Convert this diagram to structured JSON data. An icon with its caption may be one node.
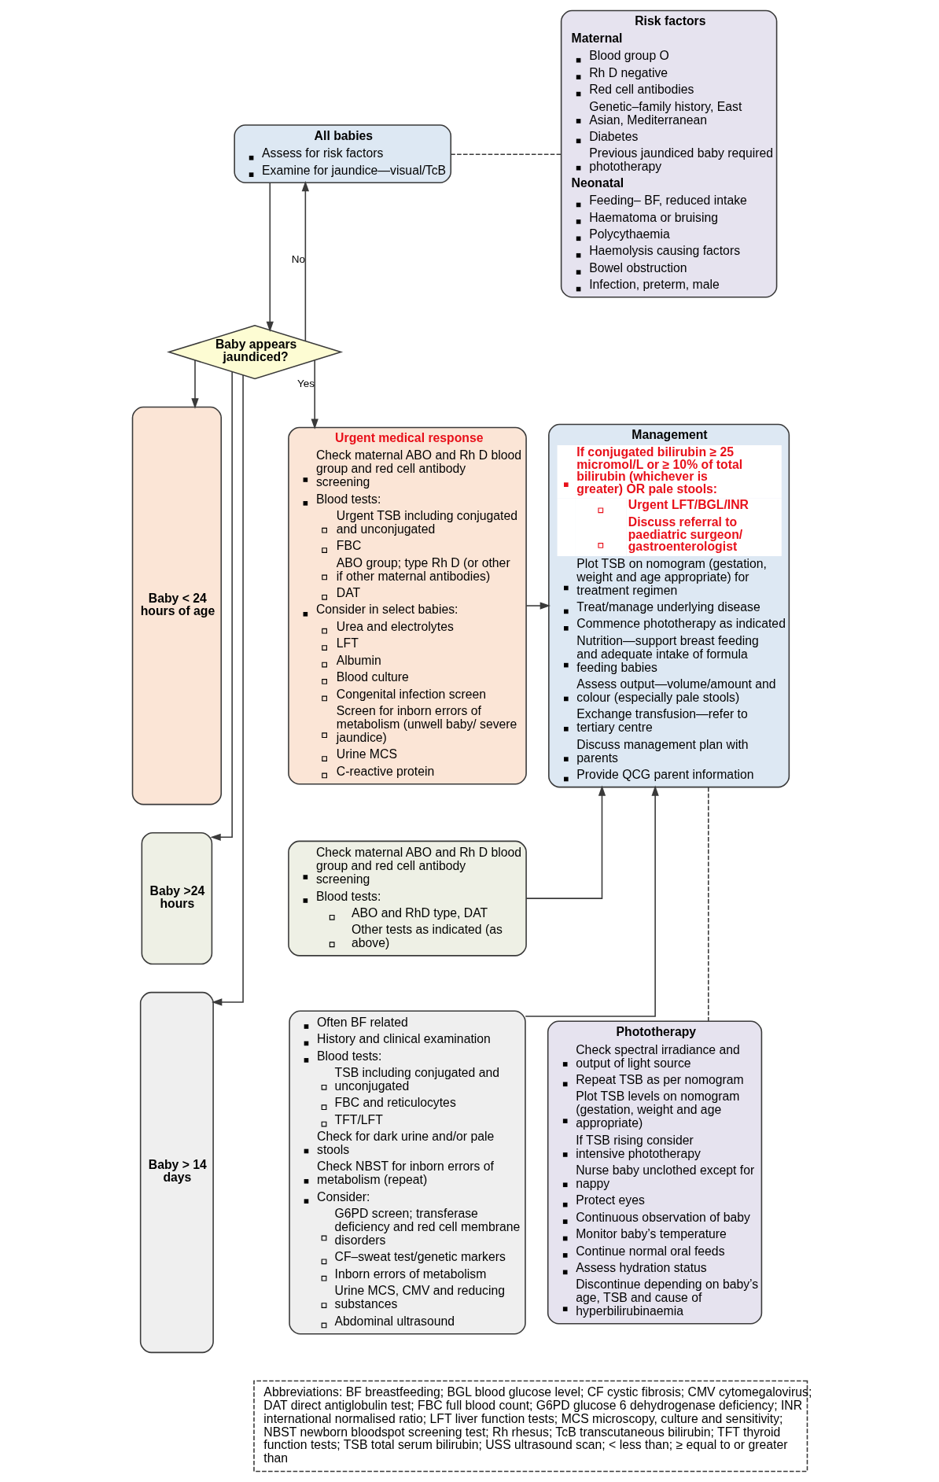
{
  "diagram": {
    "nodes": [
      {
        "text": [
          "All babies",
          "Assess for risk factors",
          "Examine for jaundice—visual/TcB"
        ]
      },
      {
        "text": [
          "Risk factors",
          "Maternal",
          "Blood group O",
          "Rh D negative",
          "Red cell antibodies",
          "Genetic–family history, East Asian, Mediterranean",
          "Diabetes",
          "Previous jaundiced baby required phototherapy",
          "Neonatal",
          "Feeding– BF, reduced intake",
          "Haematoma or bruising",
          "Polycythaemia",
          "Haemolysis causing factors",
          "Bowel obstruction",
          "Infection, preterm, male"
        ]
      },
      {
        "text": [
          "Baby appears jaundiced?"
        ]
      },
      {
        "text": [
          "Baby < 24 hours of age"
        ]
      },
      {
        "text": [
          "Urgent medical response",
          "Check maternal ABO and Rh D blood group and red cell antibody screening",
          "Blood tests:",
          "Urgent TSB including conjugated and unconjugated",
          "FBC",
          "ABO group; type Rh D (or other if other maternal antibodies)",
          "DAT",
          "Consider in select babies:",
          "Urea and electrolytes",
          "LFT",
          "Albumin",
          "Blood culture",
          "Congenital infection screen",
          "Screen for inborn errors of metabolism (unwell baby/ severe jaundice)",
          "Urine MCS",
          "C-reactive protein"
        ]
      },
      {
        "text": [
          "Baby >24 hours"
        ]
      },
      {
        "text": [
          "Check maternal ABO and Rh D blood group and red cell antibody screening",
          "Blood tests:",
          "ABO and RhD type, DAT",
          "Other tests as indicated (as above)"
        ]
      },
      {
        "text": [
          "Baby > 14 days"
        ]
      },
      {
        "text": [
          "Often BF related",
          "History and clinical examination",
          "Blood tests:",
          "TSB including conjugated and unconjugated",
          "FBC and reticulocytes",
          "TFT/LFT",
          "Check for dark urine and/or pale stools",
          "Check NBST for inborn errors of metabolism (repeat)",
          "Consider:",
          "G6PD screen; transferase deficiency and red cell membrane disorders",
          "CF–sweat test/genetic markers",
          "Inborn errors of metabolism",
          "Urine MCS, CMV and reducing substances",
          "Abdominal ultrasound"
        ]
      },
      {
        "text": [
          "Management",
          "If conjugated bilirubin ≥ 25 micromol/L or ≥ 10% of total bilirubin (whichever is greater) OR pale stools:",
          "Urgent LFT/BGL/INR",
          "Discuss referral to paediatric surgeon/ gastroenterologist",
          "Plot TSB on nomogram (gestation, weight and age appropriate) for treatment regimen",
          "Treat/manage underlying disease",
          "Commence phototherapy as indicated",
          "Nutrition—support breast feeding and adequate intake of formula feeding babies",
          "Assess output—volume/amount and colour (especially pale stools)",
          "Exchange transfusion—refer to tertiary centre",
          "Discuss management plan with parents",
          "Provide QCG parent information"
        ]
      },
      {
        "text": [
          "Phototherapy",
          "Check spectral irradiance and output of light source",
          "Repeat TSB as per nomogram",
          "Plot TSB levels on nomogram (gestation, weight and age appropriate)",
          "If TSB rising consider intensive phototherapy",
          "Nurse baby unclothed except for nappy",
          "Protect eyes",
          "Continuous observation of baby",
          "Monitor baby’s temperature",
          "Continue normal oral feeds",
          "Assess hydration status",
          "Discontinue depending on baby’s age, TSB and cause of hyperbilirubinaemia"
        ]
      },
      {
        "text": [
          "Abbreviations: BF breastfeeding; BGL blood glucose level; CF cystic fibrosis; CMV cytomegalovirus; DAT direct antiglobulin test; FBC full blood count; G6PD glucose 6 dehydrogenase deficiency; INR international normalised ratio; LFT liver function tests; MCS microscopy, culture and sensitivity; NBST newborn bloodspot screening test; Rh rhesus; TcB transcutaneous bilirubin; TFT thyroid function tests; TSB total serum bilirubin; USS ultrasound scan; < less than; ≥ equal to or greater than"
        ]
      }
    ],
    "edges": [
      {
        "from": 0,
        "to": 2,
        "arrow": "to"
      },
      {
        "from": 2,
        "to": 0,
        "arrow": "to",
        "label": "No"
      },
      {
        "from": 0,
        "to": 1,
        "arrow": "none",
        "style": "dashed"
      },
      {
        "from": 2,
        "to": 4,
        "arrow": "to",
        "label": "Yes"
      },
      {
        "from": 2,
        "to": 3,
        "arrow": "to"
      },
      {
        "from": 2,
        "to": 5,
        "arrow": "to"
      },
      {
        "from": 2,
        "to": 7,
        "arrow": "to"
      },
      {
        "from": 4,
        "to": 9,
        "arrow": "to"
      },
      {
        "from": 6,
        "to": 9,
        "arrow": "to"
      },
      {
        "from": 8,
        "to": 9,
        "arrow": "to"
      },
      {
        "from": 9,
        "to": 10,
        "arrow": "none",
        "style": "dashed"
      }
    ]
  }
}
